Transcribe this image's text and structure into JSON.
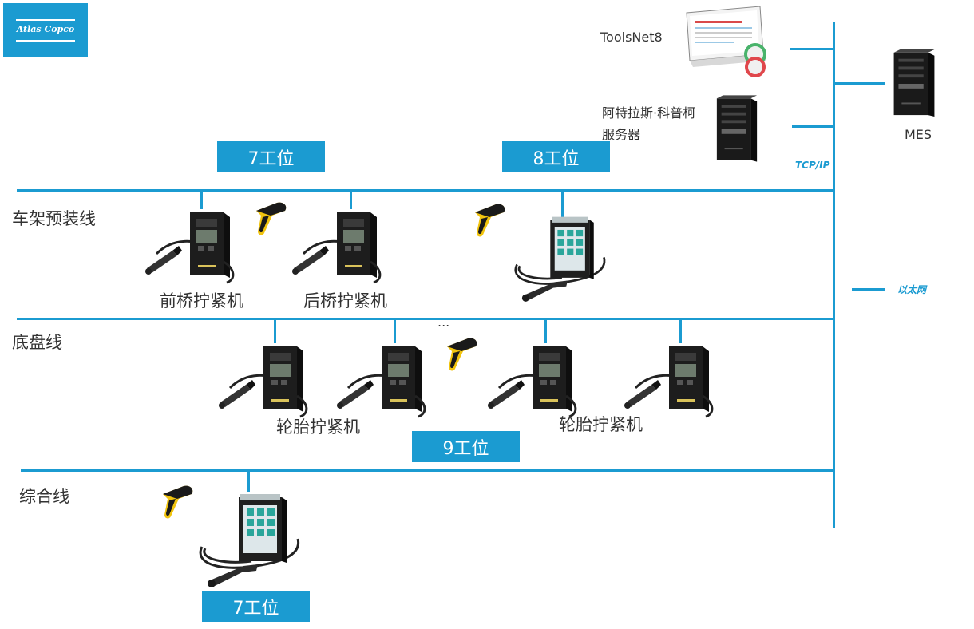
{
  "logo": {
    "text": "Atlas Copco"
  },
  "top": {
    "toolsnet_label": "ToolsNet8",
    "server_label_line1": "阿特拉斯·科普柯",
    "server_label_line2": "服务器",
    "mes_label": "MES",
    "tcpip_label": "TCP/IP",
    "ethernet_label": "以太网"
  },
  "lines": {
    "frame_line": "车架预装线",
    "chassis_line": "底盘线",
    "general_line": "综合线"
  },
  "stations": {
    "s1": "7工位",
    "s2": "8工位",
    "s3": "9工位",
    "s4": "7工位"
  },
  "tools": {
    "front_axle": "前桥拧紧机",
    "rear_axle": "后桥拧紧机",
    "tire1": "轮胎拧紧机",
    "tire2": "轮胎拧紧机",
    "ellipsis": "..."
  },
  "colors": {
    "accent": "#1b9bd1"
  }
}
